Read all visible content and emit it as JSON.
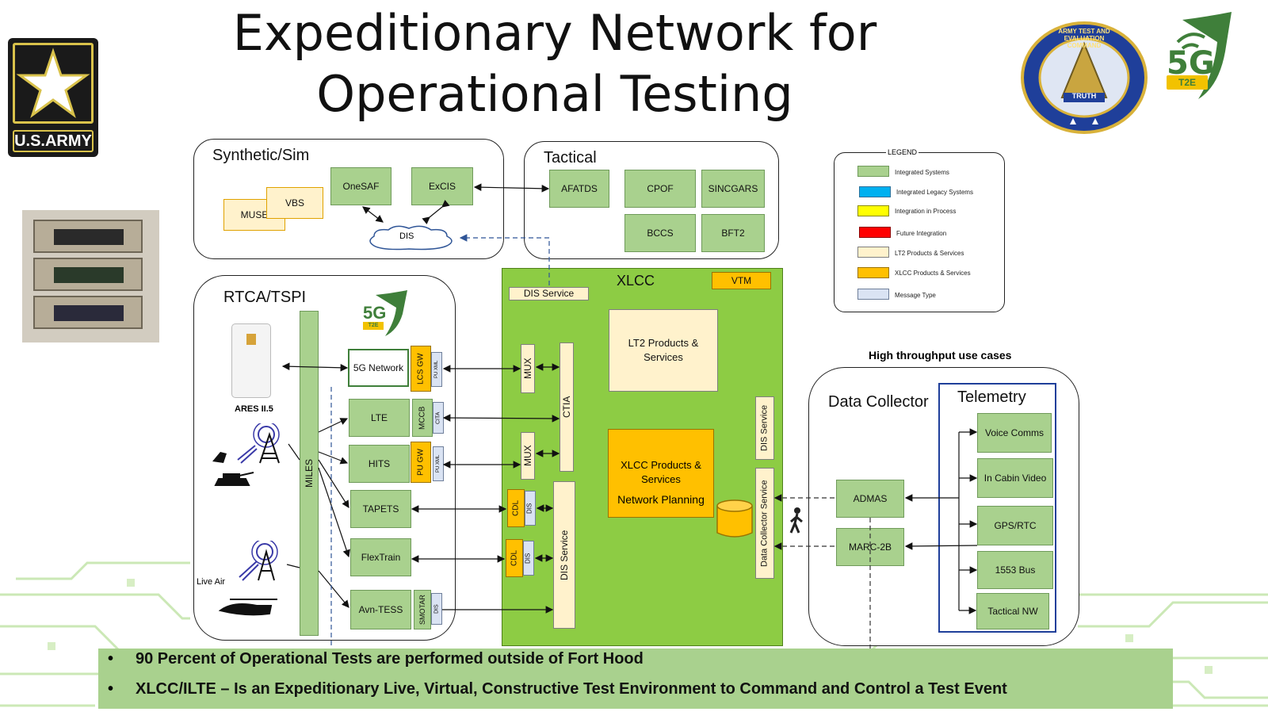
{
  "title_line1": "Expeditionary Network for",
  "title_line2": "Operational Testing",
  "logos": {
    "army_text": "U.S.ARMY",
    "atec_ring_text": "ARMY TEST AND EVALUATION COMMAND",
    "atec_banner": "TRUTH",
    "five_g": "5G",
    "t2e": "T2E"
  },
  "synthetic": {
    "label": "Synthetic/Sim",
    "muse": "MUSE",
    "vbs": "VBS",
    "onesaf": "OneSAF",
    "excis": "ExCIS",
    "dis": "DIS"
  },
  "tactical": {
    "label": "Tactical",
    "items": [
      "AFATDS",
      "CPOF",
      "SINCGARS",
      "BCCS",
      "BFT2"
    ]
  },
  "legend": {
    "title": "LEGEND",
    "items": [
      {
        "label": "Integrated Systems",
        "color": "#a9d18e"
      },
      {
        "label": "Integrated Legacy Systems",
        "color": "#00b0f0"
      },
      {
        "label": "Integration in Process",
        "color": "#ffff00"
      },
      {
        "label": "Future Integration",
        "color": "#ff0000"
      },
      {
        "label": "LT2 Products & Services",
        "color": "#fff2cc"
      },
      {
        "label": "XLCC Products & Services",
        "color": "#ffc000"
      },
      {
        "label": "Message Type",
        "color": "#dae3f3"
      }
    ]
  },
  "rtca": {
    "label": "RTCA/TSPI",
    "ares": "ARES II.5",
    "live_air": "Live Air",
    "miles": "MILES",
    "systems": [
      "5G Network",
      "LTE",
      "HITS",
      "TAPETS",
      "FlexTrain",
      "Avn-TESS"
    ],
    "gw": [
      "LCS GW",
      "MCCB",
      "PU GW",
      "SMOTAR"
    ],
    "msg": [
      "PU XML",
      "CITA",
      "PU XML",
      "DIS"
    ]
  },
  "xlcc": {
    "label": "XLCC",
    "vtm": "VTM",
    "dis_service_top": "DIS Service",
    "mux": "MUX",
    "ctia": "CTIA",
    "cdl": "CDL",
    "dis": "DIS",
    "dis_service": "DIS Service",
    "lt2": "LT2 Products & Services",
    "xlcc_products": "XLCC Products & Services",
    "network_planning": "Network Planning",
    "data_collector_service": "Data Collector Service"
  },
  "collector": {
    "heading": "High throughput use cases",
    "label": "Data Collector",
    "admas": "ADMAS",
    "marc": "MARC-2B",
    "telemetry": "Telemetry",
    "items": [
      "Voice Comms",
      "In Cabin Video",
      "GPS/RTC",
      "1553 Bus",
      "Tactical NW"
    ]
  },
  "bullets": [
    "90 Percent of Operational Tests are performed outside of Fort Hood",
    "XLCC/ILTE – Is an Expeditionary Live, Virtual, Constructive Test Environment to Command and Control a Test Event"
  ]
}
